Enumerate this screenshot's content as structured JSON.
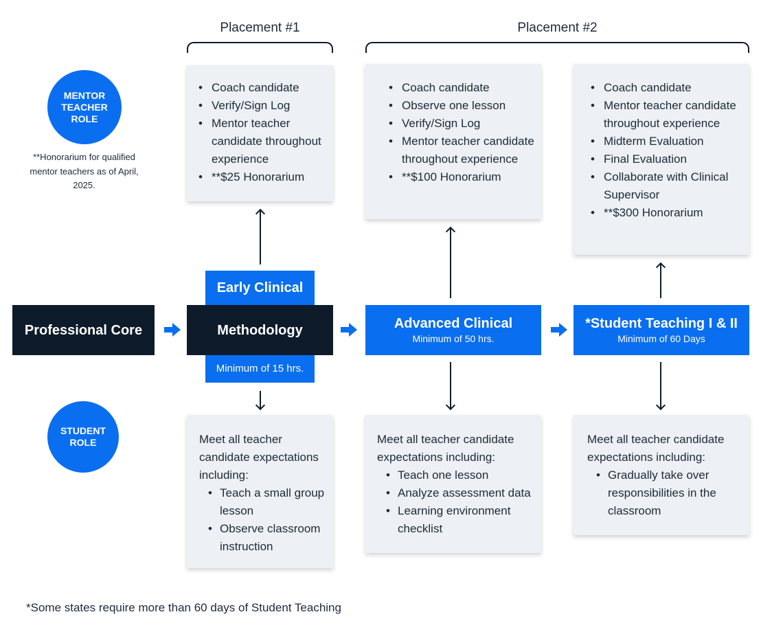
{
  "placements": {
    "p1": "Placement #1",
    "p2": "Placement #2"
  },
  "roles": {
    "mentor": "MENTOR TEACHER ROLE",
    "student": "STUDENT ROLE"
  },
  "honorarium_note": "**Honorarium for qualified mentor teachers as of April, 2025.",
  "stages": {
    "professional_core": "Professional Core",
    "early_clinical": "Early Clinical",
    "methodology": "Methodology",
    "early_minimum": "Minimum of 15 hrs.",
    "advanced_clinical": "Advanced Clinical",
    "advanced_minimum": "Minimum of 50 hrs.",
    "student_teaching": "*Student Teaching I & II",
    "student_teaching_minimum": "Minimum of 60 Days"
  },
  "mentor_boxes": {
    "early": [
      "Coach candidate",
      "Verify/Sign Log",
      "Mentor teacher candidate throughout experience",
      "**$25 Honorarium"
    ],
    "advanced": [
      "Coach candidate",
      "Observe one lesson",
      "Verify/Sign Log",
      "Mentor teacher candidate throughout experience",
      "**$100 Honorarium"
    ],
    "student_teaching": [
      "Coach candidate",
      "Mentor teacher candidate throughout experience",
      "Midterm Evaluation",
      "Final Evaluation",
      "Collaborate with Clinical Supervisor",
      "**$300 Honorarium"
    ]
  },
  "student_boxes": {
    "early": {
      "intro": "Meet all teacher candidate expectations including:",
      "items": [
        "Teach a small group lesson",
        "Observe classroom instruction"
      ]
    },
    "advanced": {
      "intro": "Meet all teacher candidate expectations including:",
      "items": [
        "Teach one lesson",
        "Analyze assessment data",
        "Learning environment checklist"
      ]
    },
    "student_teaching": {
      "intro": "Meet all teacher candidate expectations including:",
      "items": [
        "Gradually take over responsibilities in the classroom"
      ]
    }
  },
  "footnote": "*Some states require more than 60 days of Student Teaching",
  "colors": {
    "navy": "#0d1b2a",
    "blue": "#0a6ef0",
    "card": "#edf0f4"
  }
}
